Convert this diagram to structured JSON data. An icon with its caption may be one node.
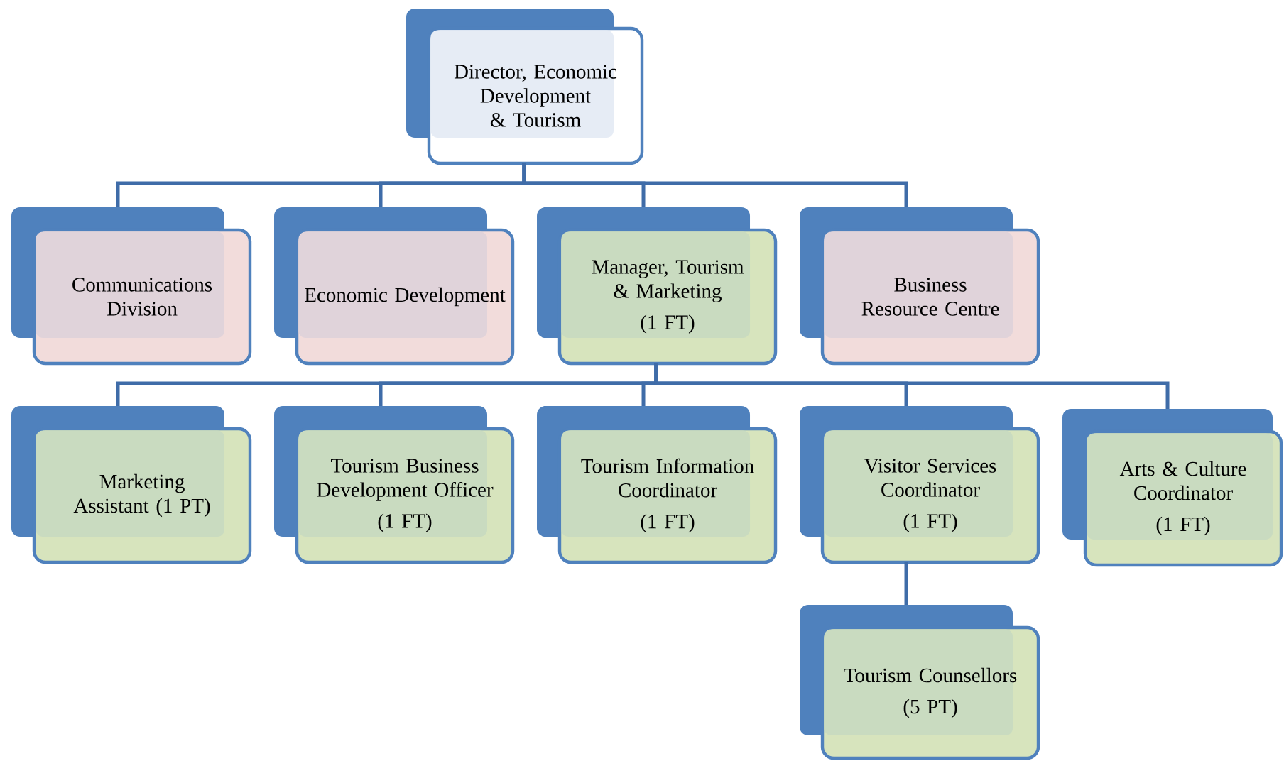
{
  "diagram": {
    "nodes": [
      {
        "text": [
          "Director, Economic Development & Tourism"
        ]
      },
      {
        "text": [
          "Communications Division"
        ]
      },
      {
        "text": [
          "Economic Development"
        ]
      },
      {
        "text": [
          "Manager, Tourism & Marketing",
          "(1 FT)"
        ]
      },
      {
        "text": [
          "Business Resource Centre"
        ]
      },
      {
        "text": [
          "Marketing Assistant (1 PT)"
        ]
      },
      {
        "text": [
          "Tourism Business Development Officer",
          "(1 FT)"
        ]
      },
      {
        "text": [
          "Tourism Information Coordinator",
          "(1 FT)"
        ]
      },
      {
        "text": [
          "Visitor Services Coordinator",
          "(1 FT)"
        ]
      },
      {
        "text": [
          "Arts & Culture Coordinator",
          "(1 FT)"
        ]
      },
      {
        "text": [
          "Tourism Counsellors",
          "(5 PT)"
        ]
      }
    ],
    "edges": [
      {
        "from": 0,
        "to": 1,
        "arrow": "none"
      },
      {
        "from": 0,
        "to": 2,
        "arrow": "none"
      },
      {
        "from": 0,
        "to": 3,
        "arrow": "none"
      },
      {
        "from": 0,
        "to": 4,
        "arrow": "none"
      },
      {
        "from": 3,
        "to": 5,
        "arrow": "none"
      },
      {
        "from": 3,
        "to": 6,
        "arrow": "none"
      },
      {
        "from": 3,
        "to": 7,
        "arrow": "none"
      },
      {
        "from": 3,
        "to": 8,
        "arrow": "none"
      },
      {
        "from": 3,
        "to": 9,
        "arrow": "none"
      },
      {
        "from": 8,
        "to": 10,
        "arrow": "none"
      }
    ]
  }
}
